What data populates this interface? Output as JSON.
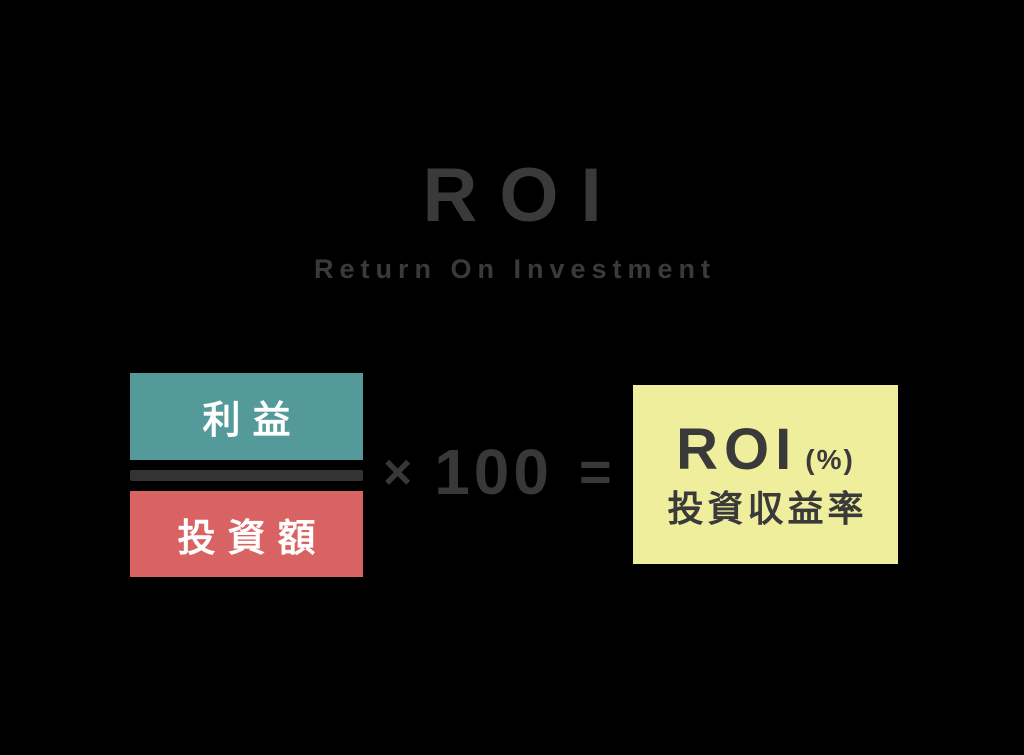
{
  "title": "ROI",
  "subtitle": "Return On Investment",
  "formula": {
    "numerator_label": "利益",
    "denominator_label": "投資額",
    "multiply_sign": "×",
    "multiplier_value": "100",
    "equals_sign": "=",
    "result_title": "ROI",
    "result_unit": "(%)",
    "result_subtitle": "投資収益率"
  },
  "colors": {
    "background": "#000000",
    "heading_text": "#3a3a3a",
    "operator_text": "#383838",
    "numerator_bg": "#559a9a",
    "denominator_bg": "#d96262",
    "fraction_bar": "#333333",
    "result_bg": "#eeee9d",
    "box_text": "#ffffff"
  }
}
